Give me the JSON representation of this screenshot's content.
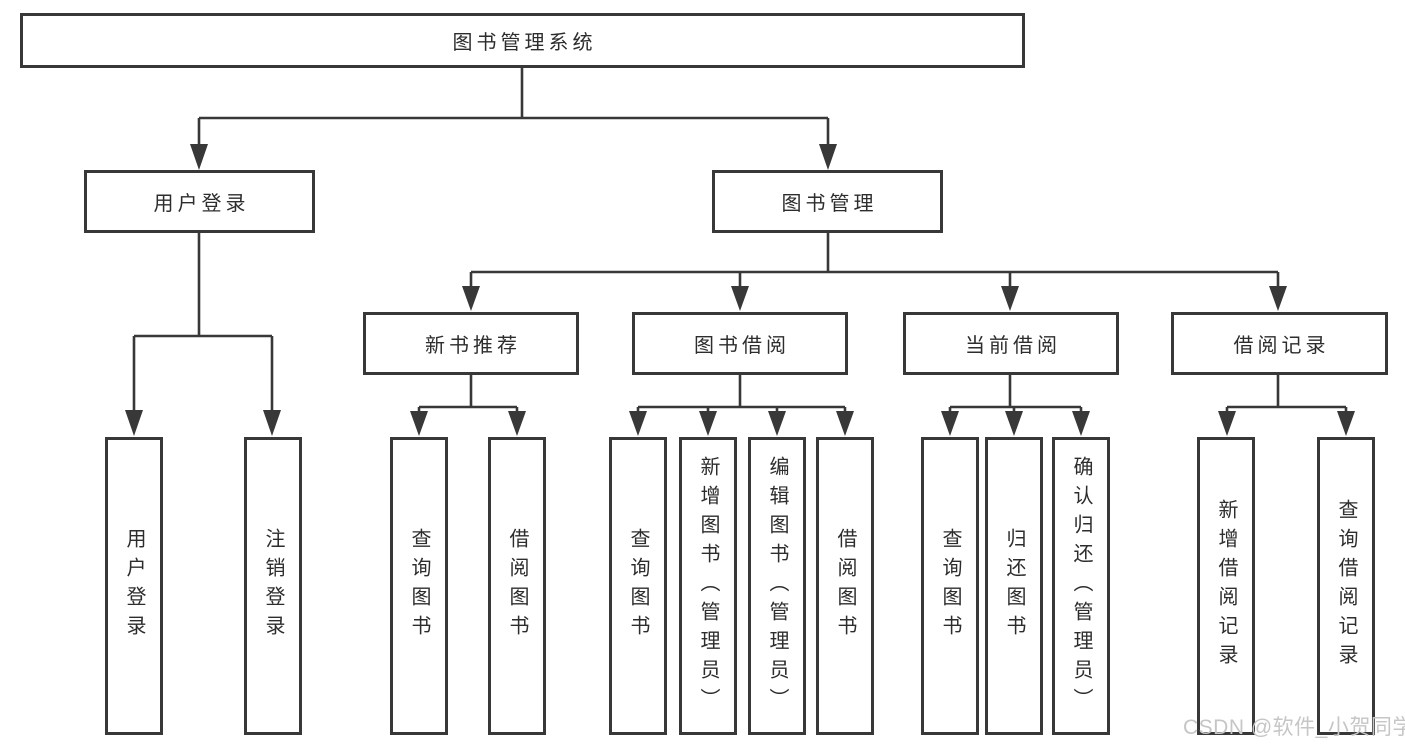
{
  "colors": {
    "line": "#383838",
    "box-border": "#383838",
    "box-fill": "#ffffff",
    "text": "#2d2d2d",
    "background": "#ffffff",
    "watermark": "#c6c6c6"
  },
  "diagram": {
    "type": "tree",
    "nodes": {
      "root": {
        "label": "图书管理系统"
      },
      "level2": [
        {
          "label": "用户登录",
          "parent": "图书管理系统"
        },
        {
          "label": "图书管理",
          "parent": "图书管理系统"
        }
      ],
      "level3": [
        {
          "label": "新书推荐",
          "parent": "图书管理"
        },
        {
          "label": "图书借阅",
          "parent": "图书管理"
        },
        {
          "label": "当前借阅",
          "parent": "图书管理"
        },
        {
          "label": "借阅记录",
          "parent": "图书管理"
        }
      ],
      "leaves": [
        {
          "label": "用户登录",
          "parent": "用户登录"
        },
        {
          "label": "注销登录",
          "parent": "用户登录"
        },
        {
          "label": "查询图书",
          "parent": "新书推荐"
        },
        {
          "label": "借阅图书",
          "parent": "新书推荐"
        },
        {
          "label": "查询图书",
          "parent": "图书借阅"
        },
        {
          "label": "新增图书（管理员）",
          "parent": "图书借阅"
        },
        {
          "label": "编辑图书（管理员）",
          "parent": "图书借阅"
        },
        {
          "label": "借阅图书",
          "parent": "图书借阅"
        },
        {
          "label": "查询图书",
          "parent": "当前借阅"
        },
        {
          "label": "归还图书",
          "parent": "当前借阅"
        },
        {
          "label": "确认归还（管理员）",
          "parent": "当前借阅"
        },
        {
          "label": "新增借阅记录",
          "parent": "借阅记录"
        },
        {
          "label": "查询借阅记录",
          "parent": "借阅记录"
        }
      ]
    }
  },
  "watermark": {
    "text": "CSDN @软件_小贺同学"
  }
}
